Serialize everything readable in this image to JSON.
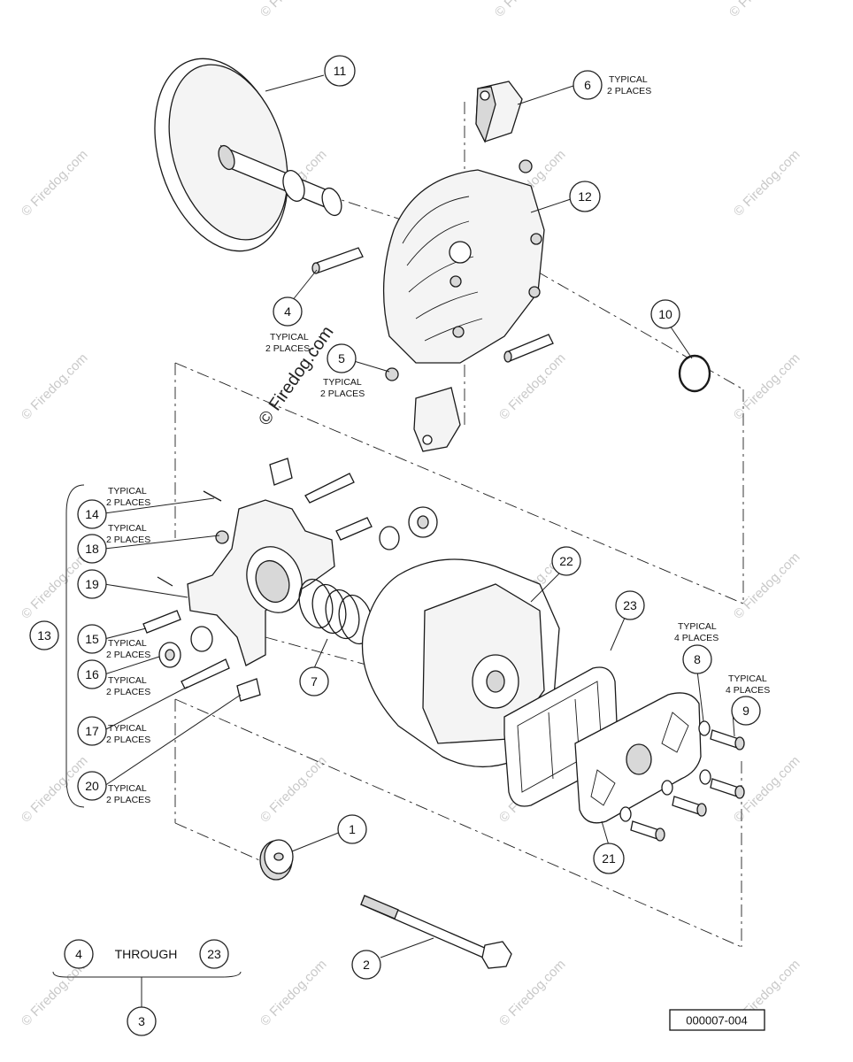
{
  "watermark": {
    "text": "© Firedog.com",
    "center_text": "© Firedog.com"
  },
  "drawing_number": "000007-004",
  "callouts": [
    {
      "id": "11",
      "label": "11"
    },
    {
      "id": "6",
      "label": "6",
      "note_line1": "TYPICAL",
      "note_line2": "2 PLACES"
    },
    {
      "id": "12",
      "label": "12"
    },
    {
      "id": "4",
      "label": "4",
      "note_line1": "TYPICAL",
      "note_line2": "2 PLACES"
    },
    {
      "id": "5",
      "label": "5",
      "note_line1": "TYPICAL",
      "note_line2": "2 PLACES"
    },
    {
      "id": "10",
      "label": "10"
    },
    {
      "id": "14",
      "label": "14",
      "note_line1": "TYPICAL",
      "note_line2": "2 PLACES"
    },
    {
      "id": "18",
      "label": "18",
      "note_line1": "TYPICAL",
      "note_line2": "2 PLACES"
    },
    {
      "id": "19",
      "label": "19"
    },
    {
      "id": "13",
      "label": "13"
    },
    {
      "id": "15",
      "label": "15",
      "note_line1": "TYPICAL",
      "note_line2": "2 PLACES"
    },
    {
      "id": "16",
      "label": "16",
      "note_line1": "TYPICAL",
      "note_line2": "2 PLACES"
    },
    {
      "id": "17",
      "label": "17",
      "note_line1": "TYPICAL",
      "note_line2": "2 PLACES"
    },
    {
      "id": "20",
      "label": "20",
      "note_line1": "TYPICAL",
      "note_line2": "2 PLACES"
    },
    {
      "id": "22",
      "label": "22"
    },
    {
      "id": "23",
      "label": "23"
    },
    {
      "id": "7",
      "label": "7"
    },
    {
      "id": "8",
      "label": "8",
      "note_line1": "TYPICAL",
      "note_line2": "4 PLACES"
    },
    {
      "id": "9",
      "label": "9",
      "note_line1": "TYPICAL",
      "note_line2": "4 PLACES"
    },
    {
      "id": "21",
      "label": "21"
    },
    {
      "id": "1",
      "label": "1"
    },
    {
      "id": "2",
      "label": "2"
    },
    {
      "id": "3",
      "label": "3"
    }
  ],
  "range_note": {
    "from": "4",
    "word": "THROUGH",
    "to": "23"
  }
}
